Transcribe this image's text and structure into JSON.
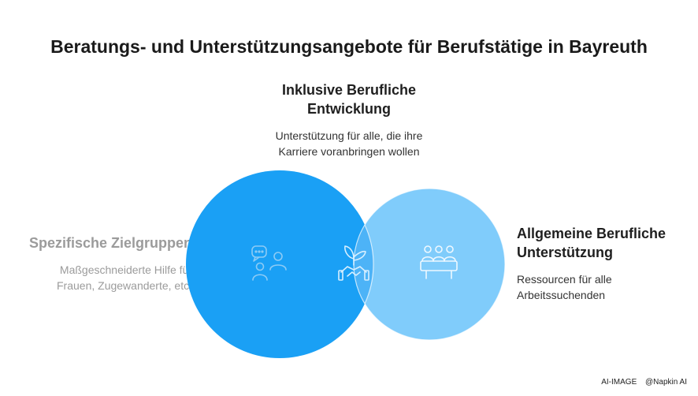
{
  "title": "Beratungs- und Unterstützungsangebote für Berufstätige in Bayreuth",
  "top": {
    "title_line1": "Inklusive Berufliche",
    "title_line2": "Entwicklung",
    "desc_line1": "Unterstützung für alle, die ihre",
    "desc_line2": "Karriere voranbringen wollen"
  },
  "left": {
    "title": "Spezifische Zielgruppen",
    "desc_line1": "Maßgeschneiderte Hilfe für",
    "desc_line2": "Frauen, Zugewanderte, etc."
  },
  "right": {
    "title_line1": "Allgemeine Berufliche",
    "title_line2": "Unterstützung",
    "desc_line1": "Ressourcen für alle",
    "desc_line2": "Arbeitssuchenden"
  },
  "icons": {
    "left": "people-chat-icon",
    "center": "handshake-plant-icon",
    "right": "group-meeting-icon"
  },
  "colors": {
    "left_circle": "#1aa0f5",
    "right_circle": "#80ccfb"
  },
  "footer": {
    "brand1": "AI-IMAGE",
    "brand2": "@Napkin AI"
  }
}
